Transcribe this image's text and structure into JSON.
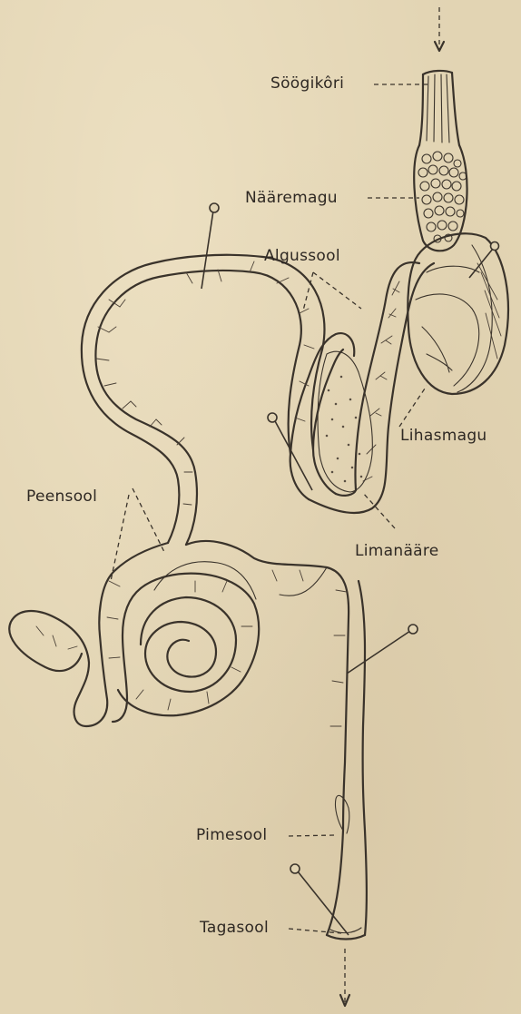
{
  "diagram": {
    "labels": {
      "esophagus": "Söögikôri",
      "proventriculus": "Nääremagu",
      "duodenum": "Algussool",
      "gizzard": "Lihasmagu",
      "small_intestine": "Peensool",
      "pancreas": "Limanääre",
      "caecum": "Pimesool",
      "rectum": "Tagasool"
    }
  }
}
